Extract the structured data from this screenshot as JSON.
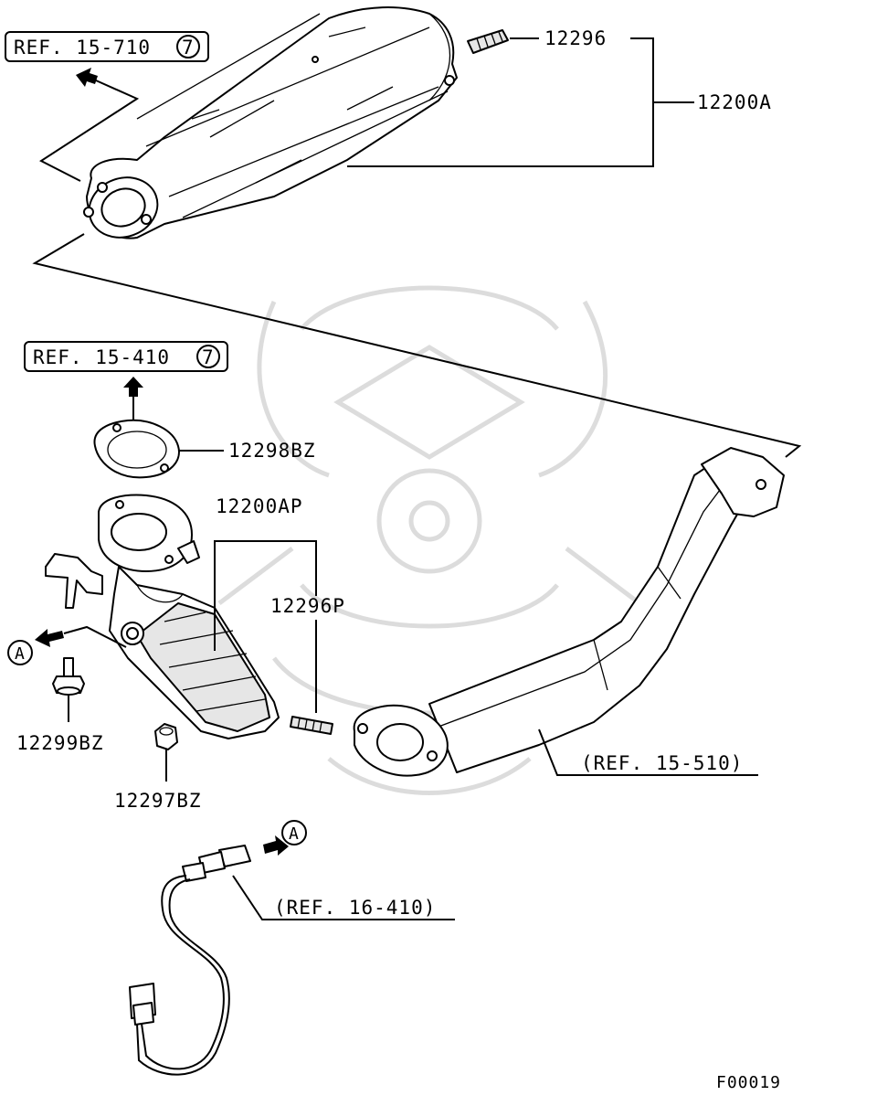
{
  "diagram": {
    "ref_boxes": [
      {
        "text": "REF. 15-710",
        "circle": "7"
      },
      {
        "text": "REF. 15-410",
        "circle": "7"
      }
    ],
    "callouts": {
      "p12296": "12296",
      "p12200A": "12200A",
      "p12298BZ": "12298BZ",
      "p12200AP": "12200AP",
      "p12296P": "12296P",
      "p12299BZ": "12299BZ",
      "p12297BZ": "12297BZ",
      "ref_15_510": "(REF. 15-510)",
      "ref_16_410": "(REF. 16-410)"
    },
    "connector_marks": [
      "A",
      "A"
    ],
    "figure_code": "F00019"
  }
}
